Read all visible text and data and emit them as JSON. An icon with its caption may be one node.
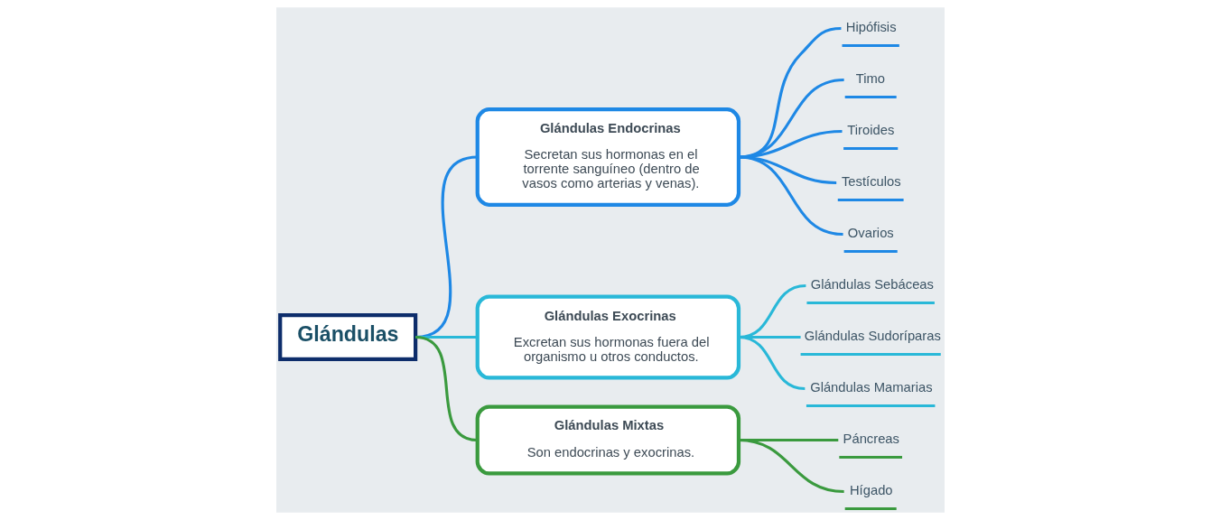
{
  "diagram": {
    "nodes": [
      {
        "text": [
          "Glándulas"
        ]
      },
      {
        "text": [
          "Glándulas Endocrinas",
          "Secretan sus hormonas en el torrente sanguíneo (dentro de vasos como arterias y venas)."
        ]
      },
      {
        "text": [
          "Glándulas Exocrinas",
          "Excretan sus hormonas fuera del organismo u otros conductos."
        ]
      },
      {
        "text": [
          "Glándulas Mixtas",
          "Son endocrinas y exocrinas."
        ]
      },
      {
        "text": [
          "Hipófisis"
        ]
      },
      {
        "text": [
          "Timo"
        ]
      },
      {
        "text": [
          "Tiroides"
        ]
      },
      {
        "text": [
          "Testículos"
        ]
      },
      {
        "text": [
          "Ovarios"
        ]
      },
      {
        "text": [
          "Glándulas Sebáceas"
        ]
      },
      {
        "text": [
          "Glándulas Sudoríparas"
        ]
      },
      {
        "text": [
          "Glándulas Mamarias"
        ]
      },
      {
        "text": [
          "Páncreas"
        ]
      },
      {
        "text": [
          "Hígado"
        ]
      }
    ],
    "edges": [
      {
        "from": 0,
        "to": 1,
        "arrow": "none",
        "color": "#1e88e5"
      },
      {
        "from": 0,
        "to": 2,
        "arrow": "none",
        "color": "#29b8d8"
      },
      {
        "from": 0,
        "to": 3,
        "arrow": "none",
        "color": "#3a9a3e"
      },
      {
        "from": 1,
        "to": 4,
        "arrow": "none",
        "color": "#1e88e5"
      },
      {
        "from": 1,
        "to": 5,
        "arrow": "none",
        "color": "#1e88e5"
      },
      {
        "from": 1,
        "to": 6,
        "arrow": "none",
        "color": "#1e88e5"
      },
      {
        "from": 1,
        "to": 7,
        "arrow": "none",
        "color": "#1e88e5"
      },
      {
        "from": 1,
        "to": 8,
        "arrow": "none",
        "color": "#1e88e5"
      },
      {
        "from": 2,
        "to": 9,
        "arrow": "none",
        "color": "#29b8d8"
      },
      {
        "from": 2,
        "to": 10,
        "arrow": "none",
        "color": "#29b8d8"
      },
      {
        "from": 2,
        "to": 11,
        "arrow": "none",
        "color": "#29b8d8"
      },
      {
        "from": 3,
        "to": 12,
        "arrow": "none",
        "color": "#3a9a3e"
      },
      {
        "from": 3,
        "to": 13,
        "arrow": "none",
        "color": "#3a9a3e"
      }
    ]
  }
}
